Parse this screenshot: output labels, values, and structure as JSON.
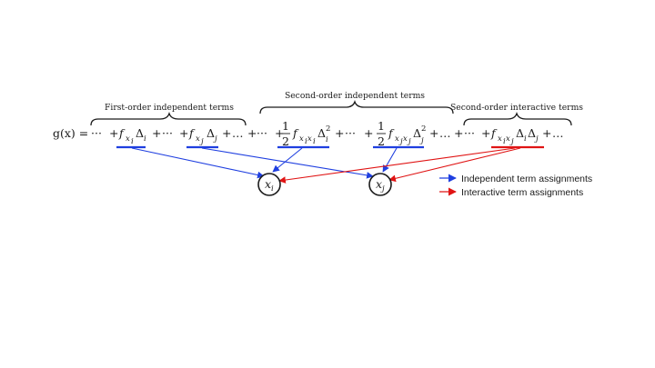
{
  "equation": {
    "lhs": "g(x) =",
    "terms": {
      "lead_dots": "···",
      "plus": "+",
      "dots": "···",
      "ellipsis": "…",
      "f": "f",
      "delta": "Δ",
      "sub_xi": "x",
      "sub_i": "i",
      "sub_j": "j",
      "one": "1",
      "two": "2",
      "sq": "2"
    }
  },
  "braces": {
    "first_order": "First-order independent terms",
    "second_order": "Second-order independent terms",
    "interactive": "Second-order interactive terms"
  },
  "nodes": {
    "xi": {
      "letter": "x",
      "sub": "i"
    },
    "xj": {
      "letter": "x",
      "sub": "j"
    }
  },
  "legend": {
    "independent": {
      "label": "Independent term assignments",
      "color": "#1f3fe0"
    },
    "interactive": {
      "label": "Interactive term assignments",
      "color": "#e01414"
    }
  },
  "colors": {
    "blue": "#1f3fe0",
    "red": "#e01414",
    "ink": "#1a1a1a"
  }
}
